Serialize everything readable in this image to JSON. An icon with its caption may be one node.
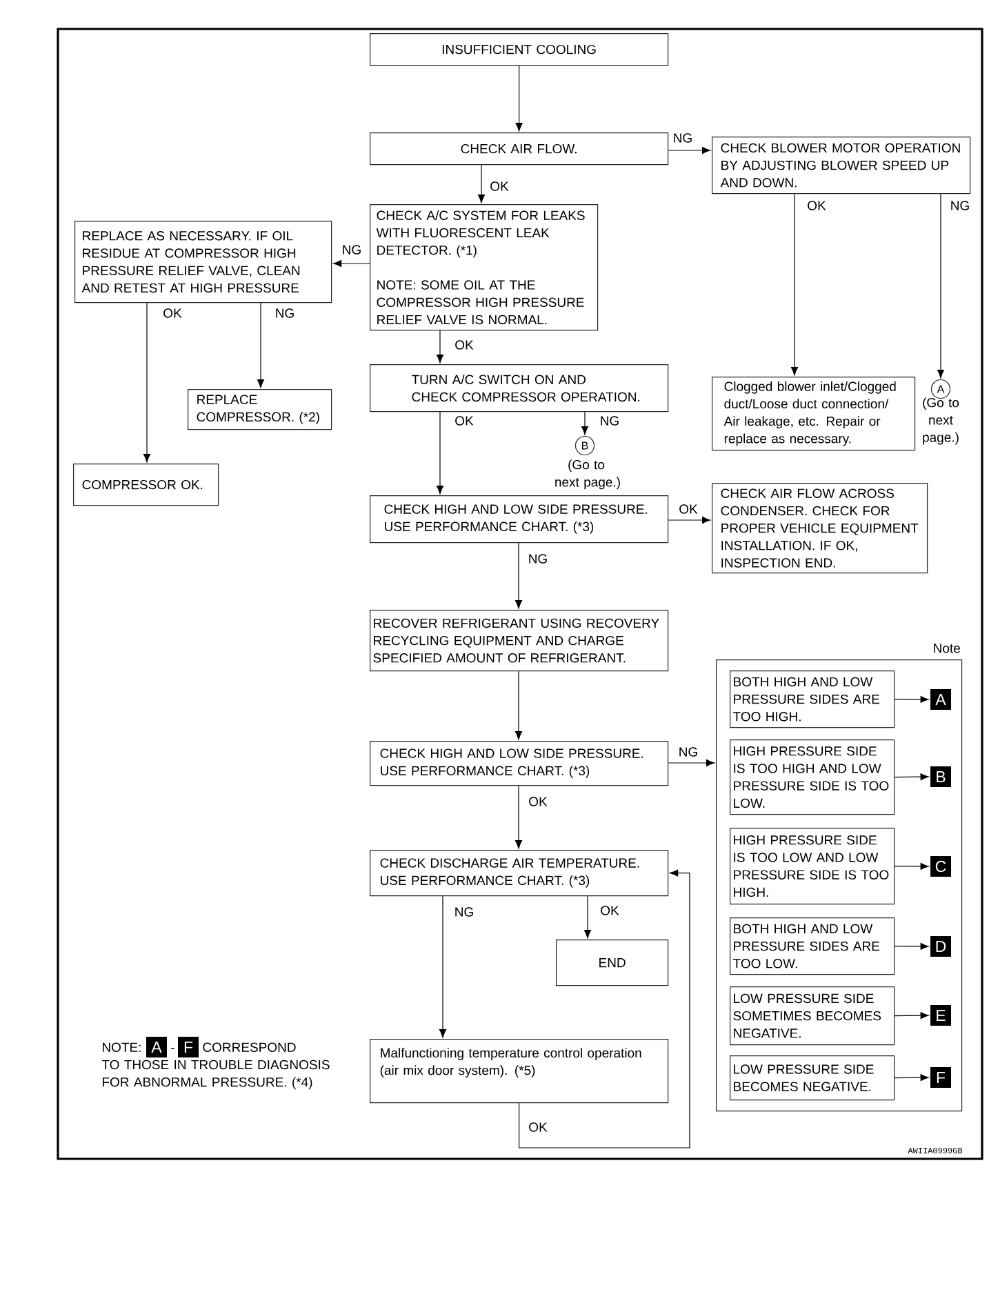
{
  "diagram": {
    "nodes": [
      {
        "text": [
          "INSUFFICIENT COOLING"
        ]
      },
      {
        "text": [
          "CHECK AIR FLOW."
        ]
      },
      {
        "text": [
          "CHECK BLOWER MOTOR OPERATION BY ADJUSTING BLOWER SPEED UP AND DOWN."
        ]
      },
      {
        "text": [
          "CHECK A/C SYSTEM FOR LEAKS WITH FLUORESCENT LEAK DETECTOR. (*1)",
          "NOTE: SOME OIL AT THE COMPRESSOR HIGH PRESSURE RELIEF VALVE IS NORMAL."
        ]
      },
      {
        "text": [
          "REPLACE AS NECESSARY. IF OIL RESIDUE AT COMPRESSOR HIGH PRESSURE RELIEF VALVE, CLEAN AND RETEST AT HIGH PRESSURE"
        ]
      },
      {
        "text": [
          "REPLACE COMPRESSOR. (*2)"
        ]
      },
      {
        "text": [
          "TURN A/C SWITCH ON AND CHECK COMPRESSOR OPERATION."
        ]
      },
      {
        "text": [
          "Clogged blower inlet/Clogged duct/Loose duct connection/ Air leakage, etc. Repair or replace as necessary."
        ]
      },
      {
        "text": [
          "A"
        ],
        "beside": [
          "(Go to next page.)"
        ]
      },
      {
        "text": [
          "B"
        ],
        "beside": [
          "(Go to next page.)"
        ]
      },
      {
        "text": [
          "COMPRESSOR OK."
        ]
      },
      {
        "text": [
          "CHECK HIGH AND LOW SIDE PRESSURE. USE PERFORMANCE CHART. (*3)"
        ]
      },
      {
        "text": [
          "CHECK AIR FLOW ACROSS CONDENSER. CHECK FOR PROPER VEHICLE EQUIPMENT INSTALLATION. IF OK, INSPECTION END."
        ]
      },
      {
        "text": [
          "RECOVER REFRIGERANT USING RECOVERY RECYCLING EQUIPMENT AND CHARGE SPECIFIED AMOUNT OF REFRIGERANT."
        ]
      },
      {
        "text": [
          "CHECK HIGH AND LOW SIDE PRESSURE. USE PERFORMANCE CHART. (*3)"
        ]
      },
      {
        "text": [
          "CHECK DISCHARGE AIR TEMPERATURE. USE PERFORMANCE CHART. (*3)"
        ]
      },
      {
        "text": [
          "END"
        ]
      },
      {
        "text": [
          "Malfunctioning temperature control operation (air mix door system). (*5)"
        ]
      },
      {
        "text": [
          "Note"
        ]
      },
      {
        "text": [
          "BOTH HIGH AND LOW PRESSURE SIDES ARE TOO HIGH."
        ],
        "in": 18
      },
      {
        "text": [
          "A"
        ],
        "in": 18
      },
      {
        "text": [
          "HIGH PRESSURE SIDE IS TOO HIGH AND LOW PRESSURE SIDE IS TOO LOW."
        ],
        "in": 18
      },
      {
        "text": [
          "B"
        ],
        "in": 18
      },
      {
        "text": [
          "HIGH PRESSURE SIDE IS TOO LOW AND LOW PRESSURE SIDE IS TOO HIGH."
        ],
        "in": 18
      },
      {
        "text": [
          "C"
        ],
        "in": 18
      },
      {
        "text": [
          "BOTH HIGH AND LOW PRESSURE SIDES ARE TOO LOW."
        ],
        "in": 18
      },
      {
        "text": [
          "D"
        ],
        "in": 18
      },
      {
        "text": [
          "LOW PRESSURE SIDE SOMETIMES BECOMES NEGATIVE."
        ],
        "in": 18
      },
      {
        "text": [
          "E"
        ],
        "in": 18
      },
      {
        "text": [
          "LOW PRESSURE SIDE BECOMES NEGATIVE."
        ],
        "in": 18
      },
      {
        "text": [
          "F"
        ],
        "in": 18
      },
      {
        "text": [
          "A"
        ]
      },
      {
        "text": [
          "F"
        ]
      }
    ],
    "edges": [
      {
        "from": 0,
        "to": 1,
        "arrow": "to"
      },
      {
        "from": 1,
        "to": 2,
        "arrow": "to",
        "label": "NG"
      },
      {
        "from": 1,
        "to": 3,
        "arrow": "to",
        "label": "OK"
      },
      {
        "from": 3,
        "to": 4,
        "arrow": "to",
        "label": "NG"
      },
      {
        "from": 4,
        "to": 10,
        "arrow": "to",
        "label": "OK"
      },
      {
        "from": 4,
        "to": 5,
        "arrow": "to",
        "label": "NG"
      },
      {
        "from": 3,
        "to": 6,
        "arrow": "to",
        "label": "OK"
      },
      {
        "from": 2,
        "to": 7,
        "arrow": "to",
        "label": "OK"
      },
      {
        "from": 2,
        "to": 8,
        "arrow": "to",
        "label": "NG"
      },
      {
        "from": 6,
        "to": 11,
        "arrow": "to",
        "label": "OK"
      },
      {
        "from": 6,
        "to": 9,
        "arrow": "to",
        "label": "NG"
      },
      {
        "from": 11,
        "to": 12,
        "arrow": "to",
        "label": "OK"
      },
      {
        "from": 11,
        "to": 13,
        "arrow": "to",
        "label": "NG"
      },
      {
        "from": 13,
        "to": 14,
        "arrow": "to"
      },
      {
        "from": 14,
        "to": 18,
        "arrow": "to",
        "label": "NG"
      },
      {
        "from": 14,
        "to": 15,
        "arrow": "to",
        "label": "OK"
      },
      {
        "from": 15,
        "to": 17,
        "arrow": "to",
        "label": "NG"
      },
      {
        "from": 15,
        "to": 16,
        "arrow": "to",
        "label": "OK"
      },
      {
        "from": 17,
        "to": 15,
        "arrow": "to",
        "label": "OK"
      },
      {
        "from": 19,
        "to": 20,
        "arrow": "to"
      },
      {
        "from": 21,
        "to": 22,
        "arrow": "to"
      },
      {
        "from": 23,
        "to": 24,
        "arrow": "to"
      },
      {
        "from": 25,
        "to": 26,
        "arrow": "to"
      },
      {
        "from": 27,
        "to": 28,
        "arrow": "to"
      },
      {
        "from": 29,
        "to": 30,
        "arrow": "to"
      }
    ],
    "labels": [
      "NOTE:",
      "-",
      "CORRESPOND TO THOSE IN TROUBLE DIAGNOSIS FOR ABNORMAL PRESSURE. (*4)",
      "AWIIA0999GB"
    ]
  }
}
